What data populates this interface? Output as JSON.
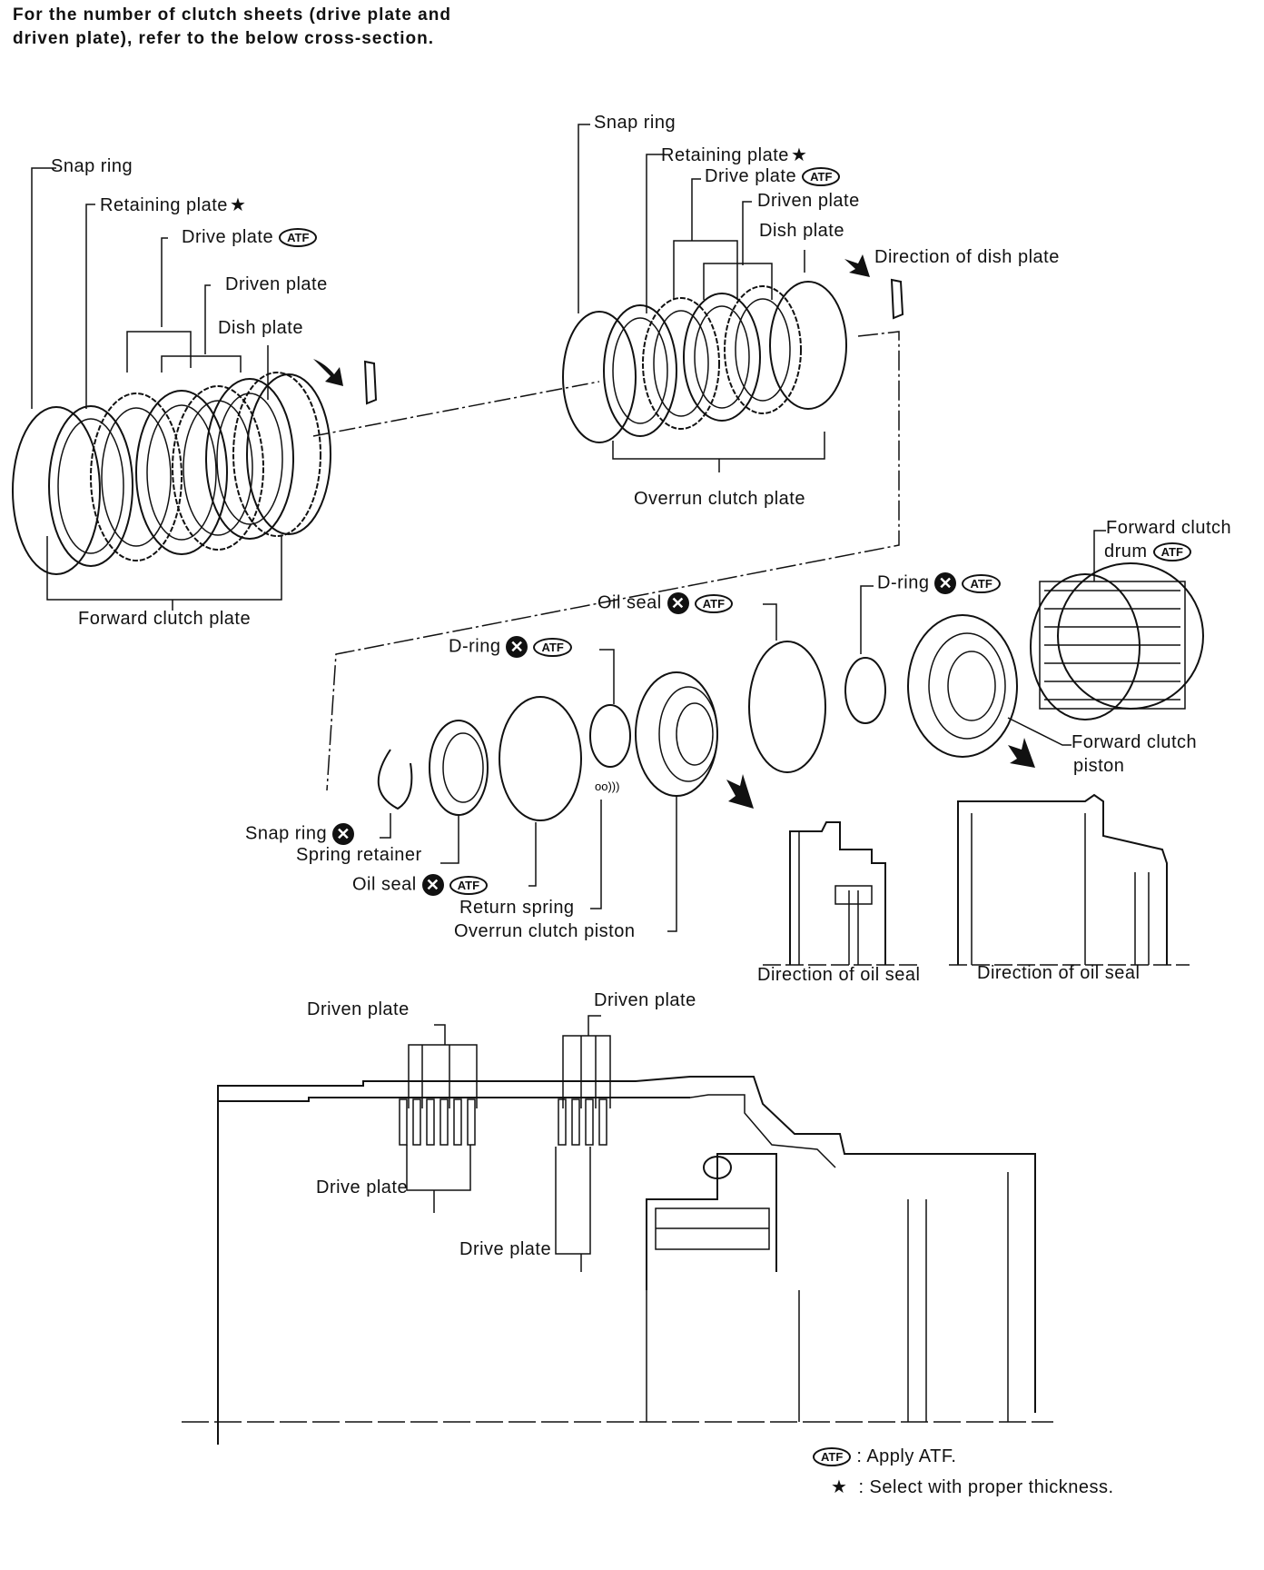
{
  "header": {
    "line1": "For the number of clutch sheets (drive plate and",
    "line2": "driven plate), refer to the below cross-section."
  },
  "forward_group": {
    "snap_ring": "Snap ring",
    "retaining_plate": "Retaining plate",
    "drive_plate": "Drive plate",
    "driven_plate": "Driven plate",
    "dish_plate": "Dish plate",
    "group_label": "Forward clutch plate"
  },
  "overrun_group": {
    "snap_ring": "Snap ring",
    "retaining_plate": "Retaining plate",
    "drive_plate": "Drive plate",
    "driven_plate": "Driven plate",
    "dish_plate": "Dish plate",
    "direction": "Direction of dish plate",
    "group_label": "Overrun clutch plate"
  },
  "middle": {
    "forward_clutch_drum_1": "Forward clutch",
    "forward_clutch_drum_2": "drum",
    "d_ring_upper": "D-ring",
    "oil_seal_upper": "Oil seal",
    "d_ring_lower": "D-ring",
    "forward_clutch_piston_1": "Forward clutch",
    "forward_clutch_piston_2": "piston",
    "snap_ring": "Snap ring",
    "spring_retainer": "Spring retainer",
    "oil_seal_lower": "Oil seal",
    "return_spring": "Return spring",
    "overrun_clutch_piston": "Overrun clutch piston",
    "direction_oil_seal_1": "Direction of oil seal",
    "direction_oil_seal_2": "Direction of oil seal"
  },
  "cross_section": {
    "driven_plate_left": "Driven plate",
    "driven_plate_right": "Driven plate",
    "drive_plate_left": "Drive plate",
    "drive_plate_right": "Drive plate"
  },
  "legend": {
    "atf_symbol": "ATF",
    "atf_text": ": Apply ATF.",
    "star_symbol": "★",
    "star_text": ": Select with proper thickness."
  },
  "symbols": {
    "atf": "ATF",
    "star": "★",
    "x": "✕"
  }
}
